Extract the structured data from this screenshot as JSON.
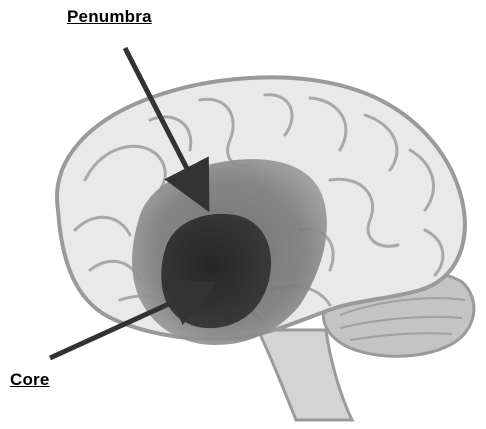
{
  "labels": {
    "penumbra": "Penumbra",
    "core": "Core"
  },
  "colors": {
    "brain_fill": "#e9e9e9",
    "brain_outline": "#9a9a9a",
    "sulci": "#a8a8a8",
    "penumbra": "#777777",
    "core": "#2e2e2e",
    "arrow": "#333333",
    "cerebellum": "#c4c4c4",
    "stem": "#d4d4d4"
  },
  "icons": {
    "brain": "brain-illustration",
    "penumbra_region": "penumbra-region",
    "core_region": "infarct-core-region"
  }
}
